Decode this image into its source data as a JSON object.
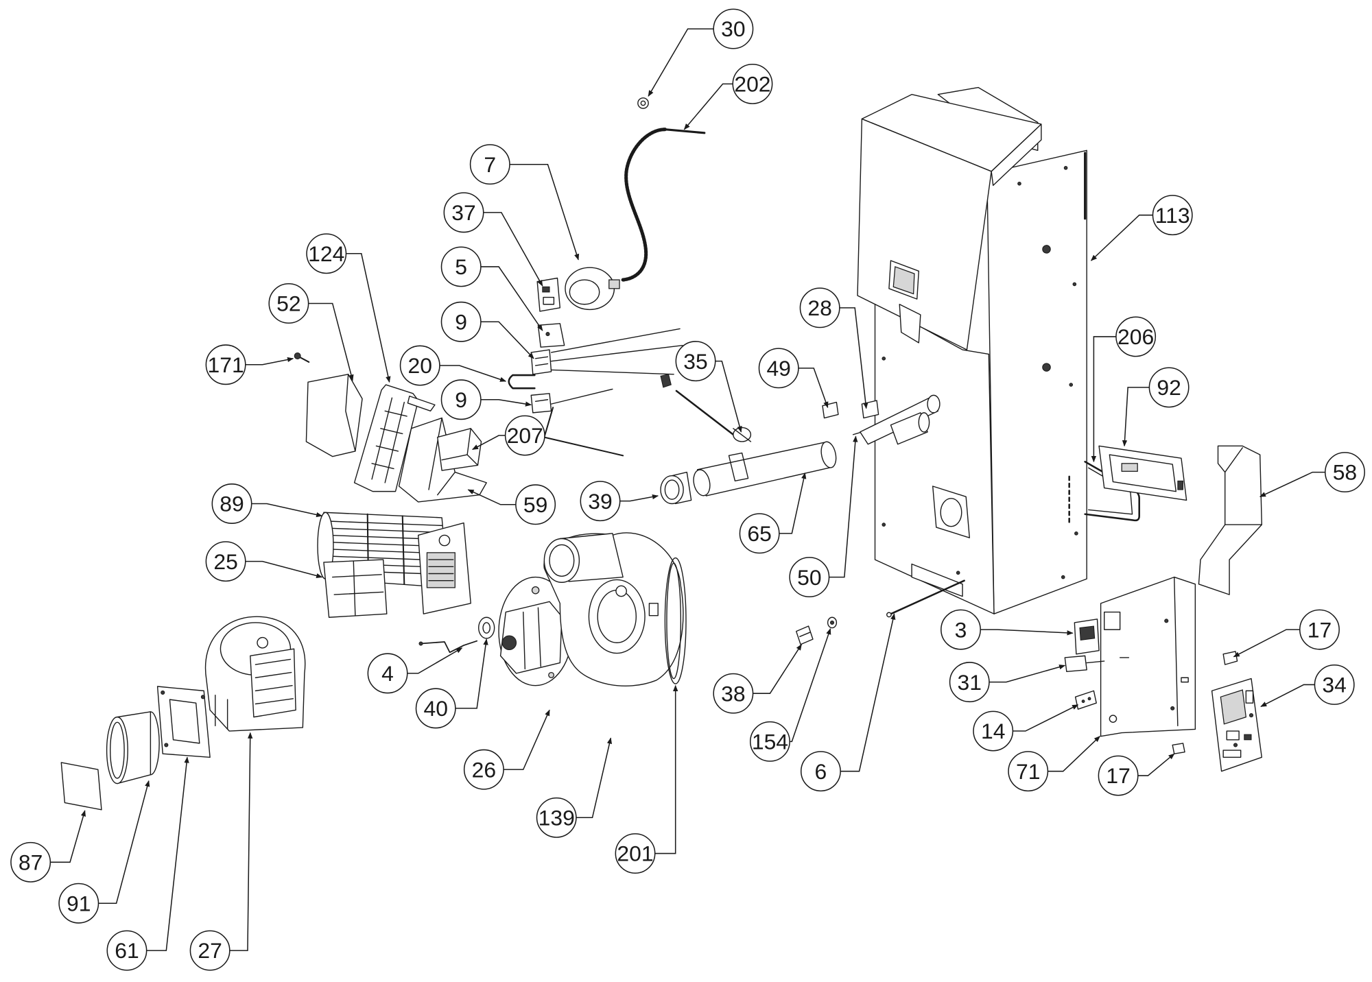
{
  "callouts": [
    {
      "label": "30"
    },
    {
      "label": "202"
    },
    {
      "label": "7"
    },
    {
      "label": "37"
    },
    {
      "label": "124"
    },
    {
      "label": "5"
    },
    {
      "label": "52"
    },
    {
      "label": "9"
    },
    {
      "label": "28"
    },
    {
      "label": "171"
    },
    {
      "label": "20"
    },
    {
      "label": "35"
    },
    {
      "label": "49"
    },
    {
      "label": "9"
    },
    {
      "label": "113"
    },
    {
      "label": "206"
    },
    {
      "label": "92"
    },
    {
      "label": "207"
    },
    {
      "label": "89"
    },
    {
      "label": "59"
    },
    {
      "label": "39"
    },
    {
      "label": "65"
    },
    {
      "label": "58"
    },
    {
      "label": "25"
    },
    {
      "label": "50"
    },
    {
      "label": "3"
    },
    {
      "label": "17"
    },
    {
      "label": "4"
    },
    {
      "label": "40"
    },
    {
      "label": "31"
    },
    {
      "label": "34"
    },
    {
      "label": "38"
    },
    {
      "label": "14"
    },
    {
      "label": "154"
    },
    {
      "label": "26"
    },
    {
      "label": "6"
    },
    {
      "label": "71"
    },
    {
      "label": "17"
    },
    {
      "label": "139"
    },
    {
      "label": "87"
    },
    {
      "label": "201"
    },
    {
      "label": "91"
    },
    {
      "label": "61"
    },
    {
      "label": "27"
    }
  ]
}
